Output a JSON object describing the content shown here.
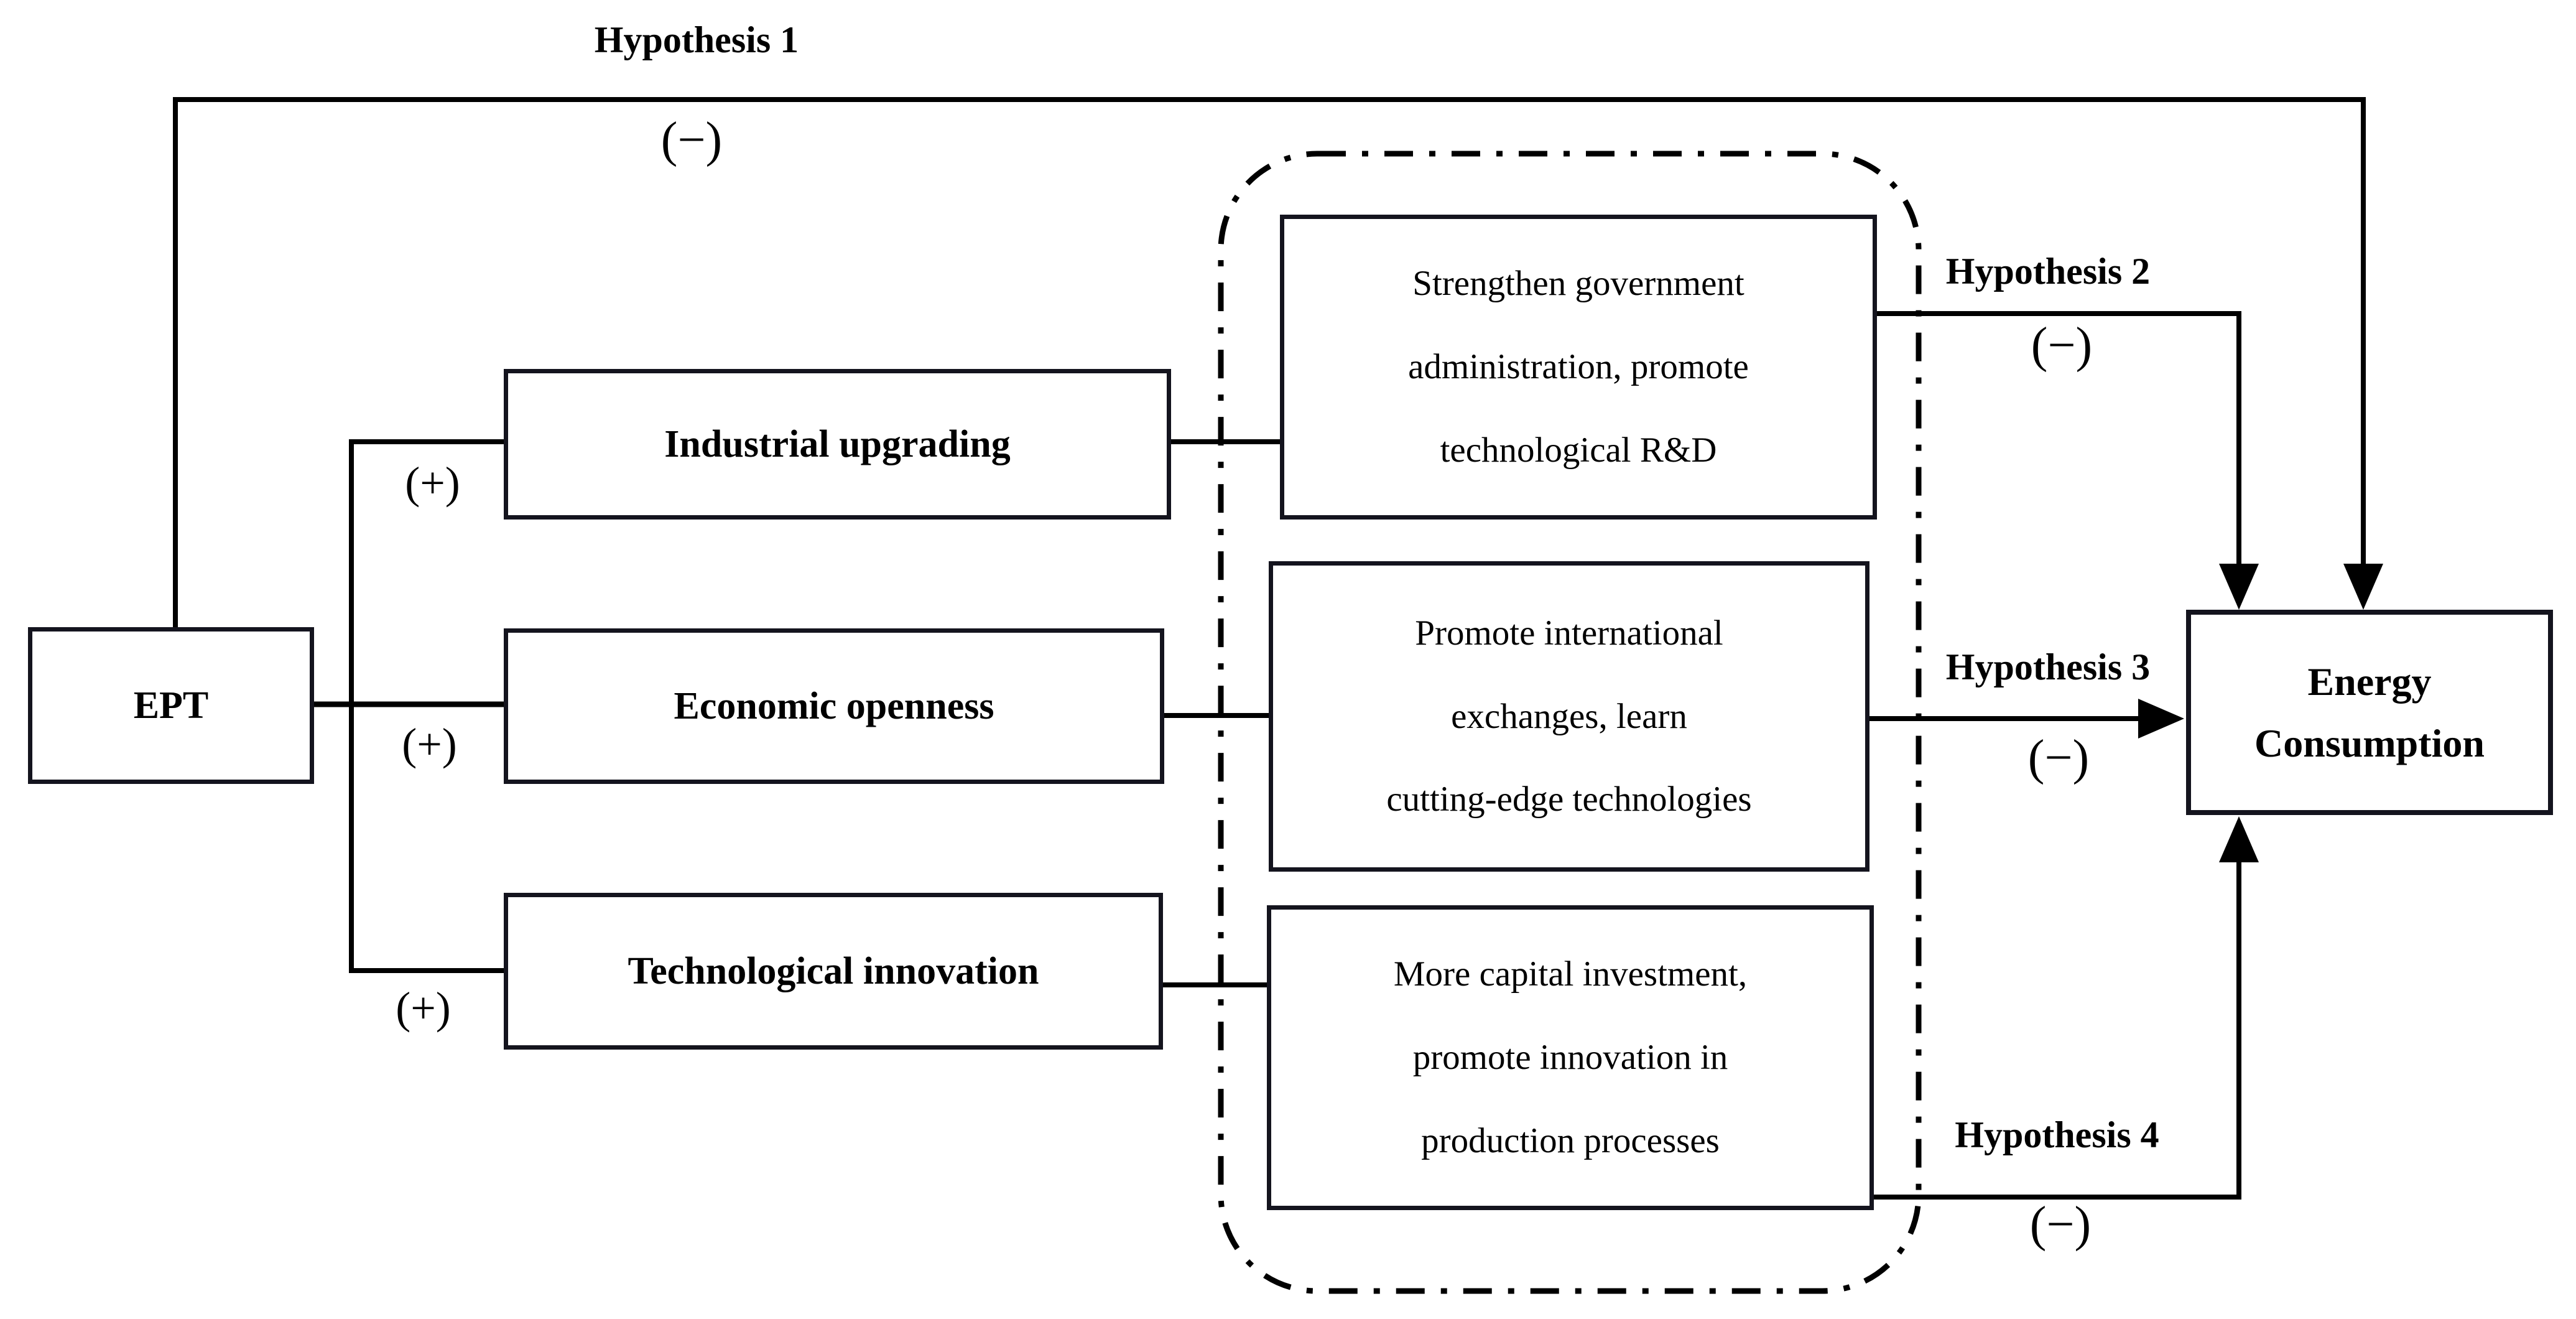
{
  "figure": {
    "background": "#ffffff",
    "line_color": "#000000",
    "box_border_color": "#14141e"
  },
  "nodes": {
    "ept": {
      "label": "EPT"
    },
    "industrial": {
      "label": "Industrial upgrading"
    },
    "economic": {
      "label": "Economic openness"
    },
    "technological": {
      "label": "Technological innovation"
    },
    "mechanism1": {
      "lines": [
        "Strengthen government",
        "administration, promote",
        "technological R&D"
      ]
    },
    "mechanism2": {
      "lines": [
        "Promote international",
        "exchanges, learn",
        "cutting-edge technologies"
      ]
    },
    "mechanism3": {
      "lines": [
        "More capital investment,",
        "promote innovation in",
        "production processes"
      ]
    },
    "energy": {
      "lines": [
        "Energy",
        "Consumption"
      ]
    }
  },
  "annotations": {
    "hypothesis1": {
      "label": "Hypothesis 1",
      "sign": "(−)"
    },
    "hypothesis2": {
      "label": "Hypothesis 2",
      "sign": "(−)"
    },
    "hypothesis3": {
      "label": "Hypothesis 3",
      "sign": "(−)"
    },
    "hypothesis4": {
      "label": "Hypothesis 4",
      "sign": "(−)"
    },
    "plus_signs": [
      "(+)",
      "(+)",
      "(+)"
    ]
  }
}
